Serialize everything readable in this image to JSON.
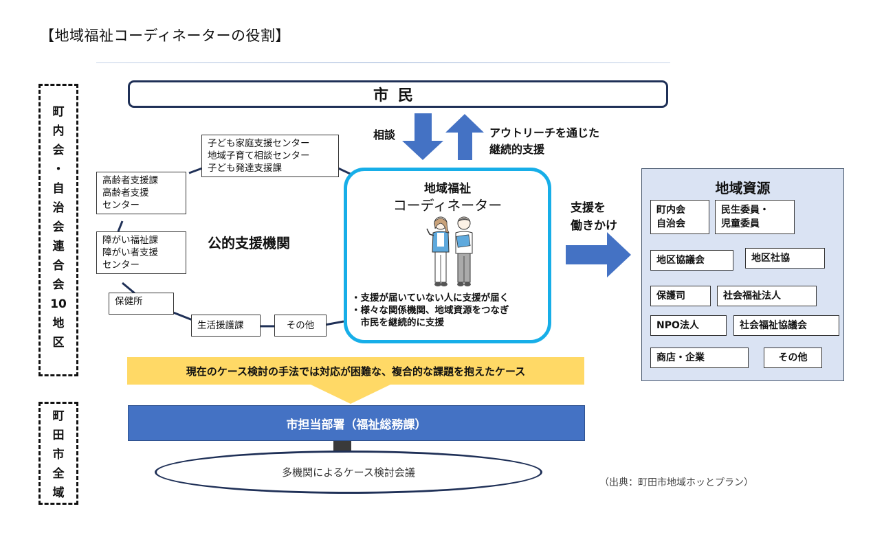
{
  "title": "【地域福祉コーディネーターの役割】",
  "colors": {
    "dark_navy": "#1f3057",
    "coordinator_border": "#17aee8",
    "arrow_blue": "#4472c4",
    "banner_yellow": "#ffd966",
    "resource_bg": "#dae3f3"
  },
  "left_labels": {
    "district": [
      "町",
      "内",
      "会",
      "・",
      "自",
      "治",
      "会",
      "連",
      "合",
      "会",
      "10",
      "地",
      "区"
    ],
    "citywide": [
      "町",
      "田",
      "市",
      "全",
      "域"
    ]
  },
  "citizens": "市民",
  "arrows": {
    "consult_label": "相談",
    "outreach_label_line1": "アウトリーチを通じた",
    "outreach_label_line2": "継続的支援",
    "action_label_line1": "支援を",
    "action_label_line2": "働きかけ"
  },
  "public_agencies": {
    "label": "公的支援機関",
    "boxes": [
      {
        "lines": [
          "子ども家庭支援センター",
          "地域子育て相談センター",
          "子ども発達支援課"
        ]
      },
      {
        "lines": [
          "高齢者支援課",
          "高齢者支援",
          "センター"
        ]
      },
      {
        "lines": [
          "障がい福祉課",
          "障がい者支援",
          "センター"
        ]
      },
      {
        "lines": [
          "保健所"
        ]
      },
      {
        "lines": [
          "生活援護課"
        ]
      },
      {
        "lines": [
          "その他"
        ]
      }
    ]
  },
  "coordinator": {
    "title_line1": "地域福祉",
    "title_line2": "コーディネーター",
    "illustration": "two-coordinators-illustration",
    "bullets": [
      "・支援が届いていない人に支援が届く",
      "・様々な関係機関、地域資源をつなぎ",
      "　市民を継続的に支援"
    ]
  },
  "resources": {
    "title": "地域資源",
    "items": [
      "町内会\n自治会",
      "民生委員・\n児童委員",
      "地区協議会",
      "地区社協",
      "保護司",
      "社会福祉法人",
      "NPO法人",
      "社会福祉協議会",
      "商店・企業",
      "その他"
    ]
  },
  "banner": "現在のケース検討の手法では対応が困難な、複合的な課題を抱えたケース",
  "department": "市担当部署（福祉総務課）",
  "conference": "多機関によるケース検討会議",
  "source": "（出典：町田市地域ホッとプラン）"
}
